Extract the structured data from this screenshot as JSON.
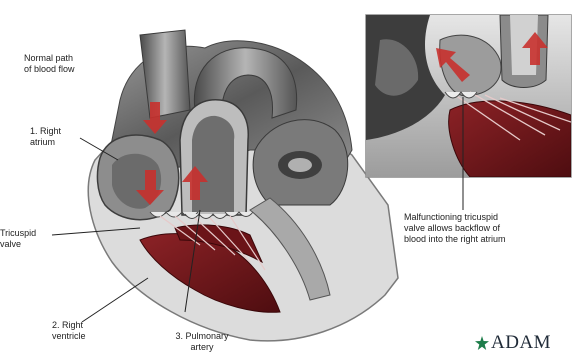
{
  "labels": {
    "path_title": "Normal path\nof blood flow",
    "right_atrium": "1. Right\natrium",
    "tricuspid_valve": "Tricuspid\nvalve",
    "right_ventricle": "2. Right\nventricle",
    "pulmonary_artery": "3. Pulmonary\nartery",
    "malfunction_note": "Malfunctioning tricuspid\nvalve allows backflow of\nblood into the right atrium"
  },
  "logo": {
    "text": "ADAM",
    "icon": "adam-star-icon"
  },
  "colors": {
    "muscle": "#7a1a1e",
    "muscle_dark": "#4e0d10",
    "arrow": "#c8312e",
    "tissue_dark": "#3d3d3d",
    "tissue_mid": "#7c7c7c",
    "tissue_light": "#c4c4c4",
    "wall": "#d9d9d9",
    "inset_border": "#8a8a8a",
    "logo_green": "#1d7d4a"
  }
}
